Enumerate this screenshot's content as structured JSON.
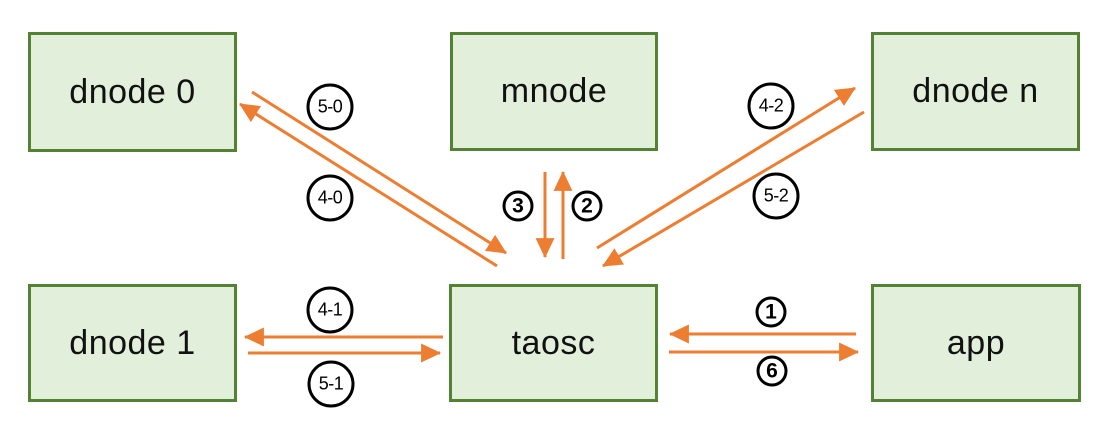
{
  "diagram": {
    "nodes": [
      {
        "id": "dnode0",
        "label": "dnode 0"
      },
      {
        "id": "mnode",
        "label": "mnode"
      },
      {
        "id": "dnoden",
        "label": "dnode n"
      },
      {
        "id": "dnode1",
        "label": "dnode 1"
      },
      {
        "id": "taosc",
        "label": "taosc"
      },
      {
        "id": "app",
        "label": "app"
      }
    ],
    "edges": [
      {
        "label": "5-0",
        "from": "dnode 0",
        "to": "taosc"
      },
      {
        "label": "4-0",
        "from": "taosc",
        "to": "dnode 0"
      },
      {
        "label": "3",
        "from": "mnode",
        "to": "taosc"
      },
      {
        "label": "2",
        "from": "taosc",
        "to": "mnode"
      },
      {
        "label": "4-2",
        "from": "taosc",
        "to": "dnode n"
      },
      {
        "label": "5-2",
        "from": "dnode n",
        "to": "taosc"
      },
      {
        "label": "4-1",
        "from": "taosc",
        "to": "dnode 1"
      },
      {
        "label": "5-1",
        "from": "dnode 1",
        "to": "taosc"
      },
      {
        "label": "1",
        "from": "app",
        "to": "taosc"
      },
      {
        "label": "6",
        "from": "taosc",
        "to": "app"
      }
    ],
    "colors": {
      "arrow": "#ed7d31",
      "node_fill": "#e2efda",
      "node_border": "#548235",
      "node_text": "#111111",
      "label_circle_border": "#000000",
      "label_circle_fill": "#ffffff",
      "background": "#ffffff"
    }
  }
}
